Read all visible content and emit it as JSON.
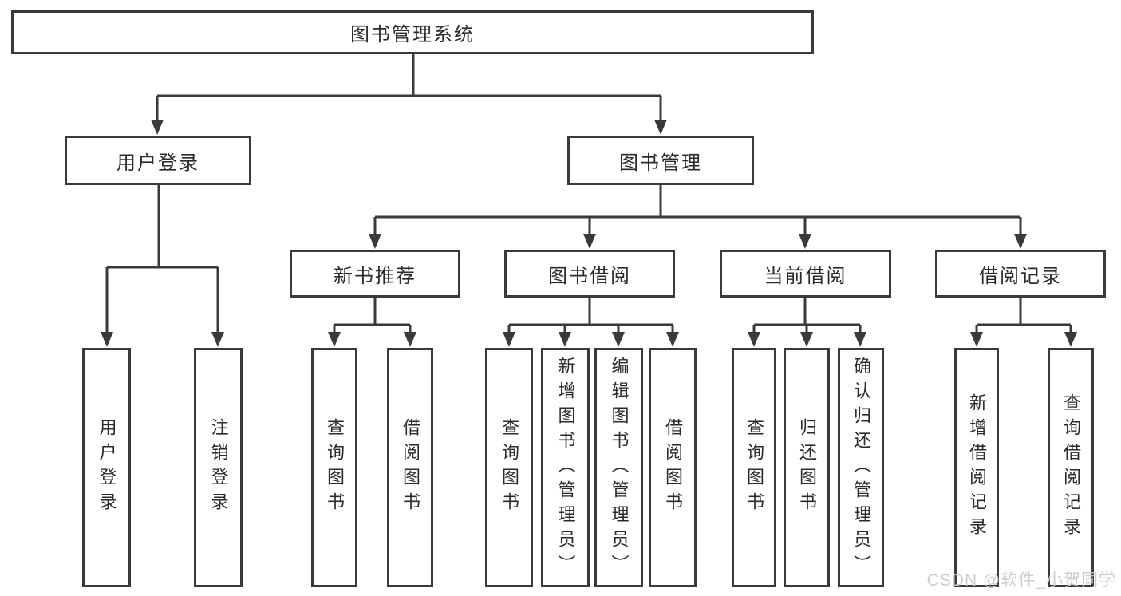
{
  "tree": {
    "label": "图书管理系统",
    "children": [
      {
        "label": "用户登录",
        "children": [
          {
            "label": "用户登录"
          },
          {
            "label": "注销登录"
          }
        ]
      },
      {
        "label": "图书管理",
        "children": [
          {
            "label": "新书推荐",
            "children": [
              {
                "label": "查询图书"
              },
              {
                "label": "借阅图书"
              }
            ]
          },
          {
            "label": "图书借阅",
            "children": [
              {
                "label": "查询图书"
              },
              {
                "label": "新增图书（管理员）"
              },
              {
                "label": "编辑图书（管理员）"
              },
              {
                "label": "借阅图书"
              }
            ]
          },
          {
            "label": "当前借阅",
            "children": [
              {
                "label": "查询图书"
              },
              {
                "label": "归还图书"
              },
              {
                "label": "确认归还（管理员）"
              }
            ]
          },
          {
            "label": "借阅记录",
            "children": [
              {
                "label": "新增借阅记录"
              },
              {
                "label": "查询借阅记录"
              }
            ]
          }
        ]
      }
    ]
  },
  "watermark": "CSDN @软件_小贺同学",
  "colors": {
    "line": "#3a3a3a",
    "text": "#2b2b2b",
    "background": "#ffffff",
    "watermark": "#c9c9c9"
  }
}
